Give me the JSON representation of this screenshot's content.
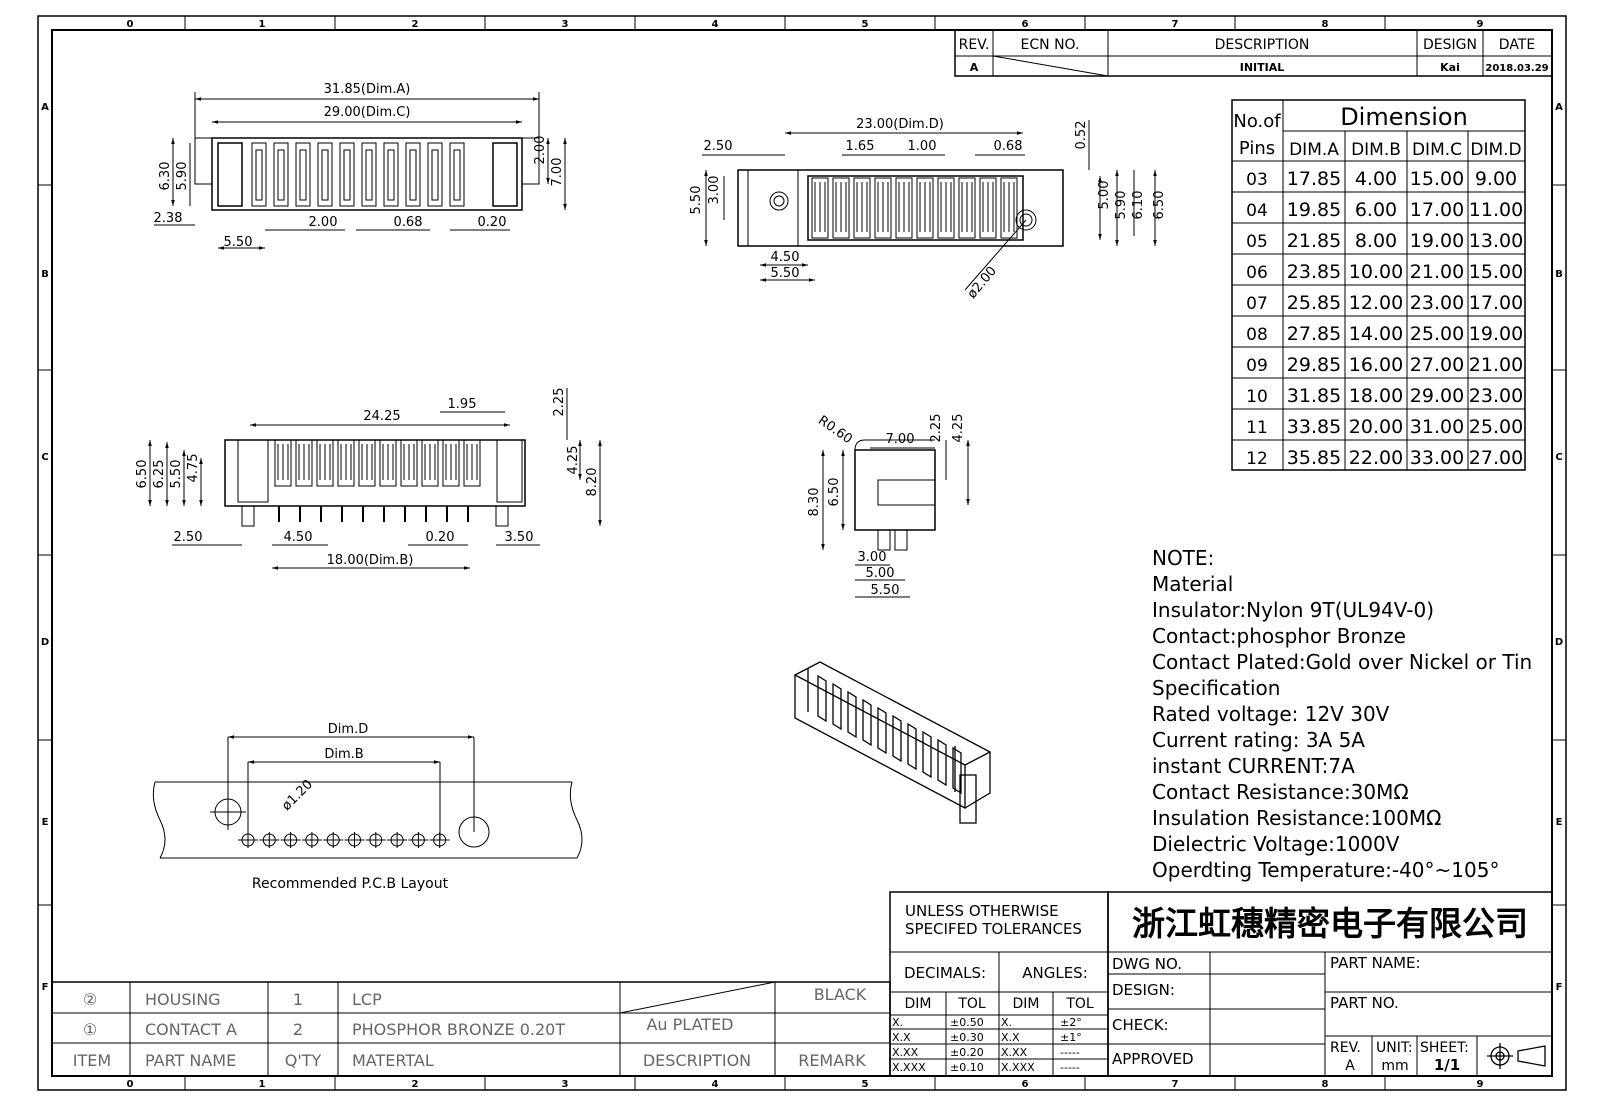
{
  "border": {
    "cols": [
      "0",
      "1",
      "2",
      "3",
      "4",
      "5",
      "6",
      "7",
      "8",
      "9"
    ],
    "rows": [
      "A",
      "B",
      "C",
      "D",
      "E",
      "F"
    ]
  },
  "revision": {
    "headers": {
      "rev": "REV.",
      "ecn": "ECN  NO.",
      "desc": "DESCRIPTION",
      "design": "DESIGN",
      "date": "DATE"
    },
    "row": {
      "rev": "A",
      "desc": "INITIAL",
      "design": "Kai",
      "date": "2018.03.29"
    }
  },
  "dimension_table": {
    "title": "Dimension",
    "head1": "No.of",
    "head2": "Pins",
    "columns": [
      "DIM.A",
      "DIM.B",
      "DIM.C",
      "DIM.D"
    ],
    "rows": [
      [
        "03",
        "17.85",
        "4.00",
        "15.00",
        "9.00"
      ],
      [
        "04",
        "19.85",
        "6.00",
        "17.00",
        "11.00"
      ],
      [
        "05",
        "21.85",
        "8.00",
        "19.00",
        "13.00"
      ],
      [
        "06",
        "23.85",
        "10.00",
        "21.00",
        "15.00"
      ],
      [
        "07",
        "25.85",
        "12.00",
        "23.00",
        "17.00"
      ],
      [
        "08",
        "27.85",
        "14.00",
        "25.00",
        "19.00"
      ],
      [
        "09",
        "29.85",
        "16.00",
        "27.00",
        "21.00"
      ],
      [
        "10",
        "31.85",
        "18.00",
        "29.00",
        "23.00"
      ],
      [
        "11",
        "33.85",
        "20.00",
        "31.00",
        "25.00"
      ],
      [
        "12",
        "35.85",
        "22.00",
        "33.00",
        "27.00"
      ]
    ]
  },
  "notes": [
    "NOTE:",
    "Material",
    "Insulator:Nylon  9T(UL94V-0)",
    "Contact:phosphor  Bronze",
    "Contact  Plated:Gold  over  Nickel  or  Tin",
    "Specification",
    "Rated  voltage: 12V  30V",
    " Current  rating:  3A    5A",
    "instant  CURRENT:7A",
    "Contact  Resistance:30MΩ",
    "Insulation  Resistance:100MΩ",
    "Dielectric  Voltage:1000V",
    "Operdting  Temperature:-40°~105°"
  ],
  "views": {
    "top": {
      "dimA": "31.85(Dim.A)",
      "dimC": "29.00(Dim.C)",
      "h1": "6.30",
      "h2": "5.90",
      "r1": "2.00",
      "r2": "7.00",
      "b1": "2.38",
      "b2": "5.50",
      "b3": "2.00",
      "b4": "0.68",
      "b5": "0.20"
    },
    "side": {
      "dimD": "23.00(Dim.D)",
      "l1": "2.50",
      "p1": "1.65",
      "p2": "1.00",
      "p3": "0.68",
      "t1": "0.52",
      "h1": "5.50",
      "h2": "3.00",
      "r1": "5.00",
      "r2": "5.90",
      "r3": "6.10",
      "r4": "6.50",
      "b1": "4.50",
      "b2": "5.50",
      "hole": "ø2.00"
    },
    "front": {
      "w1": "24.25",
      "w2": "1.95",
      "t1": "2.25",
      "h1": "6.50",
      "h2": "6.25",
      "h3": "5.50",
      "h4": "4.75",
      "r1": "4.25",
      "r2": "8.20",
      "b1": "2.50",
      "b2": "4.50",
      "b3": "0.20",
      "b4": "3.50",
      "dimB": "18.00(Dim.B)"
    },
    "end": {
      "rad": "R0.60",
      "w": "7.00",
      "t1": "2.25",
      "t2": "4.25",
      "h1": "8.30",
      "h2": "6.50",
      "b1": "3.00",
      "b2": "5.00",
      "b3": "5.50"
    },
    "pcb": {
      "dimD": "Dim.D",
      "dimB": "Dim.B",
      "hole": "ø1.20",
      "caption": "Recommended  P.C.B  Layout"
    }
  },
  "tolerances": {
    "title1": "UNLESS  OTHERWISE",
    "title2": "SPECIFED  TOLERANCES",
    "decimals": "DECIMALS:",
    "angles": "ANGLES:",
    "dim": "DIM",
    "tol": "TOL",
    "rows": [
      [
        "X.",
        "±0.50",
        "X.",
        "±2°"
      ],
      [
        "X.X",
        "±0.30",
        "X.X",
        "±1°"
      ],
      [
        "X.XX",
        "±0.20",
        "X.XX",
        "-----"
      ],
      [
        "X.XXX",
        "±0.10",
        "X.XXX",
        "-----"
      ]
    ]
  },
  "company": "浙江虹穗精密电子有限公司",
  "titleblock": {
    "dwg": "DWG  NO.",
    "design": "DESIGN:",
    "check": "CHECK:",
    "approved": "APPROVED",
    "part_name": "PART  NAME:",
    "part_no": "PART  NO.",
    "rev": "REV.",
    "rev_val": "A",
    "unit": "UNIT:",
    "unit_val": "mm",
    "sheet": "SHEET:",
    "sheet_val": "1/1"
  },
  "bom": {
    "rows": [
      {
        "item": "②",
        "name": "HOUSING",
        "qty": "1",
        "material": "LCP",
        "desc": "",
        "remark": "BLACK"
      },
      {
        "item": "①",
        "name": "CONTACT  A",
        "qty": "2",
        "material": "PHOSPHOR  BRONZE  0.20T",
        "desc": "Au  PLATED",
        "remark": ""
      }
    ],
    "header": {
      "item": "ITEM",
      "name": "PART  NAME",
      "qty": "Q'TY",
      "material": "MATERTAL",
      "desc": "DESCRIPTION",
      "remark": "REMARK"
    }
  }
}
